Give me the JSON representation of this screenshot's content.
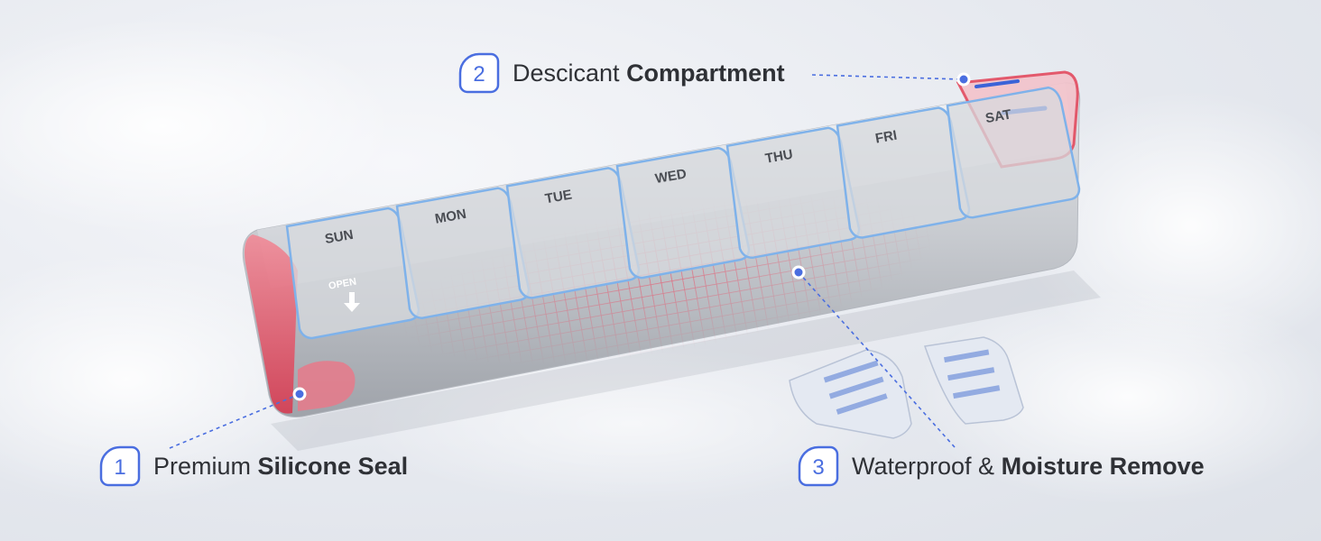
{
  "days": [
    "SUN",
    "MON",
    "TUE",
    "WED",
    "THU",
    "FRI",
    "SAT"
  ],
  "open_label": "OPEN",
  "callouts": [
    {
      "number": "1",
      "light": "Premium",
      "bold": "Silicone Seal"
    },
    {
      "number": "2",
      "light": "Descicant",
      "bold": "Compartment"
    },
    {
      "number": "3",
      "light": "Waterproof &",
      "bold": "Moisture Remove"
    }
  ],
  "colors": {
    "accent": "#4a6ee0",
    "seal_red": "#e34a5e",
    "case_silver": "#c9ccd1"
  },
  "icons": {
    "open_arrow": "arrow-down-icon",
    "callout_badge": "numbered-pin-badge"
  }
}
